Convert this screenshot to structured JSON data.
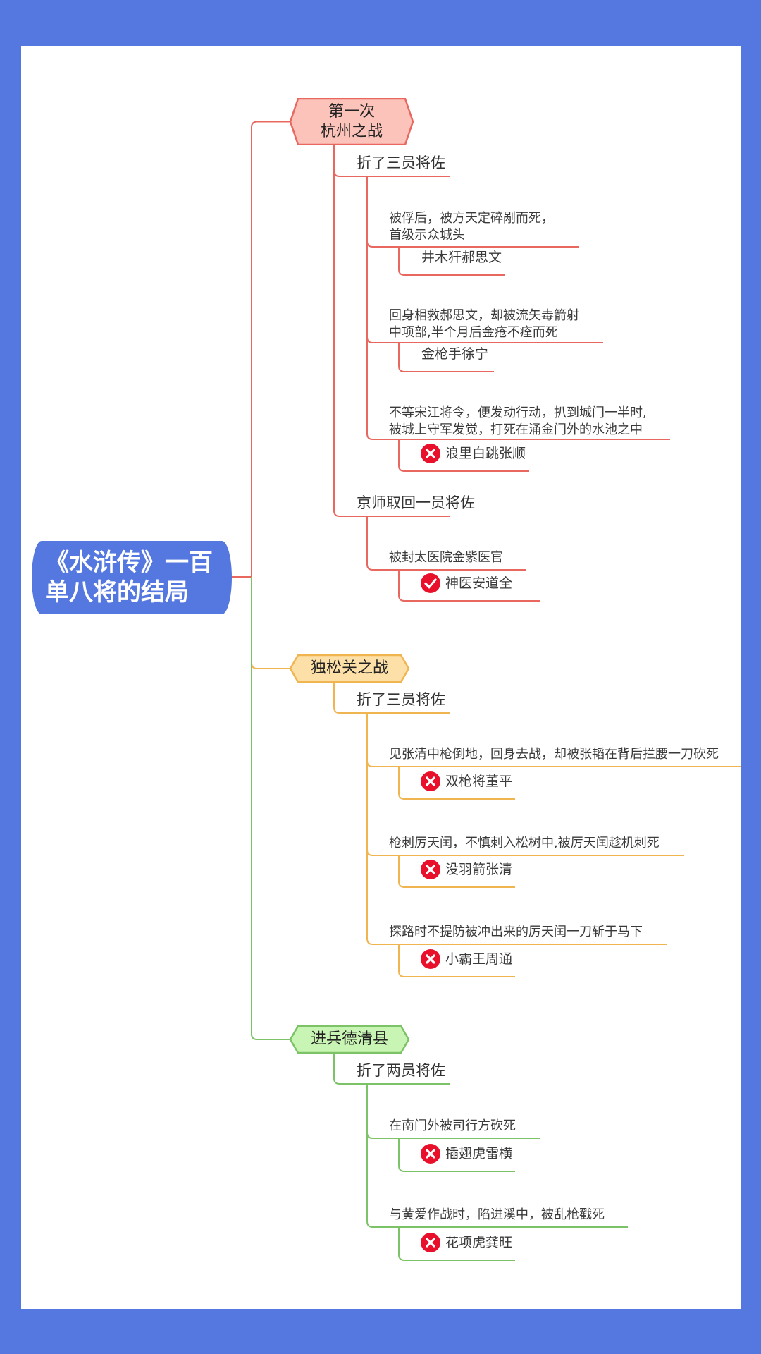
{
  "title": "《水浒传》一百\n单八将的结局",
  "branches": [
    {
      "name": "第一次\n杭州之战",
      "color": "#e8685f",
      "fill": "#fcc3bb",
      "groups": [
        {
          "label": "折了三员将佐",
          "items": [
            {
              "desc": "被俘后，被方天定碎剐而死，\n首级示众城头",
              "person": "井木犴郝思文",
              "icon": "none"
            },
            {
              "desc": "回身相救郝思文，却被流矢毒箭射\n中项部,半个月后金疮不痊而死",
              "person": "金枪手徐宁",
              "icon": "none"
            },
            {
              "desc": "不等宋江将令，便发动行动，扒到城门一半时,\n被城上守军发觉，打死在涌金门外的水池之中",
              "person": "浪里白跳张顺",
              "icon": "cross-icon"
            }
          ]
        },
        {
          "label": "京师取回一员将佐",
          "items": [
            {
              "desc": "被封太医院金紫医官",
              "person": "神医安道全",
              "icon": "check-icon"
            }
          ]
        }
      ]
    },
    {
      "name": "独松关之战",
      "color": "#f0b551",
      "fill": "#fde0a8",
      "groups": [
        {
          "label": "折了三员将佐",
          "items": [
            {
              "desc": "见张清中枪倒地，回身去战，却被张韬在背后拦腰一刀砍死",
              "person": "双枪将董平",
              "icon": "cross-icon"
            },
            {
              "desc": "枪刺厉天闰，不慎刺入松树中,被厉天闰趁机刺死",
              "person": "没羽箭张清",
              "icon": "cross-icon"
            },
            {
              "desc": "探路时不提防被冲出来的厉天闰一刀斩于马下",
              "person": "小霸王周通",
              "icon": "cross-icon"
            }
          ]
        }
      ]
    },
    {
      "name": "进兵德清县",
      "color": "#7cc266",
      "fill": "#c9f5b4",
      "groups": [
        {
          "label": "折了两员将佐",
          "items": [
            {
              "desc": "在南门外被司行方砍死",
              "person": "插翅虎雷横",
              "icon": "cross-icon"
            },
            {
              "desc": "与黄爱作战时，陷进溪中，被乱枪戳死",
              "person": "花项虎龚旺",
              "icon": "cross-icon"
            }
          ]
        }
      ]
    }
  ]
}
